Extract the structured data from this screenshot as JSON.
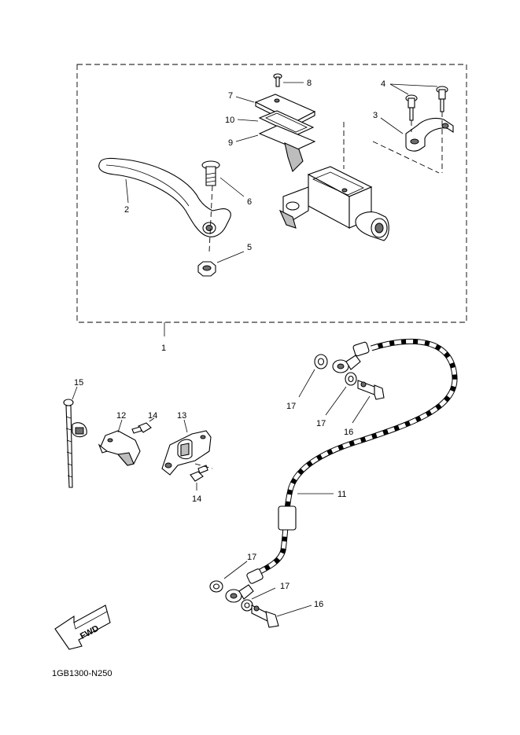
{
  "diagram_code": "1GB1300-N250",
  "fwd_label": "FWD",
  "callouts": {
    "c1": "1",
    "c2": "2",
    "c3": "3",
    "c4": "4",
    "c5": "5",
    "c6": "6",
    "c7": "7",
    "c8": "8",
    "c9": "9",
    "c10": "10",
    "c11": "11",
    "c12": "12",
    "c13": "13",
    "c14a": "14",
    "c14b": "14",
    "c15": "15",
    "c16a": "16",
    "c16b": "16",
    "c17a": "17",
    "c17b": "17",
    "c17c": "17",
    "c17d": "17"
  },
  "parts": [
    {
      "id": "master-cylinder-assy",
      "ref": "1"
    },
    {
      "id": "brake-lever",
      "ref": "2"
    },
    {
      "id": "holder",
      "ref": "3"
    },
    {
      "id": "holder-bolts",
      "ref": "4"
    },
    {
      "id": "lever-nut",
      "ref": "5"
    },
    {
      "id": "lever-pivot-bolt",
      "ref": "6"
    },
    {
      "id": "reservoir-cap",
      "ref": "7"
    },
    {
      "id": "cap-screw",
      "ref": "8"
    },
    {
      "id": "diaphragm-plate",
      "ref": "9"
    },
    {
      "id": "diaphragm",
      "ref": "10"
    },
    {
      "id": "brake-hose",
      "ref": "11"
    },
    {
      "id": "hose-guide",
      "ref": "12"
    },
    {
      "id": "hose-holder",
      "ref": "13"
    },
    {
      "id": "holder-screws",
      "ref": "14"
    },
    {
      "id": "cable-tie",
      "ref": "15"
    },
    {
      "id": "union-bolts",
      "ref": "16"
    },
    {
      "id": "copper-washers",
      "ref": "17"
    }
  ]
}
